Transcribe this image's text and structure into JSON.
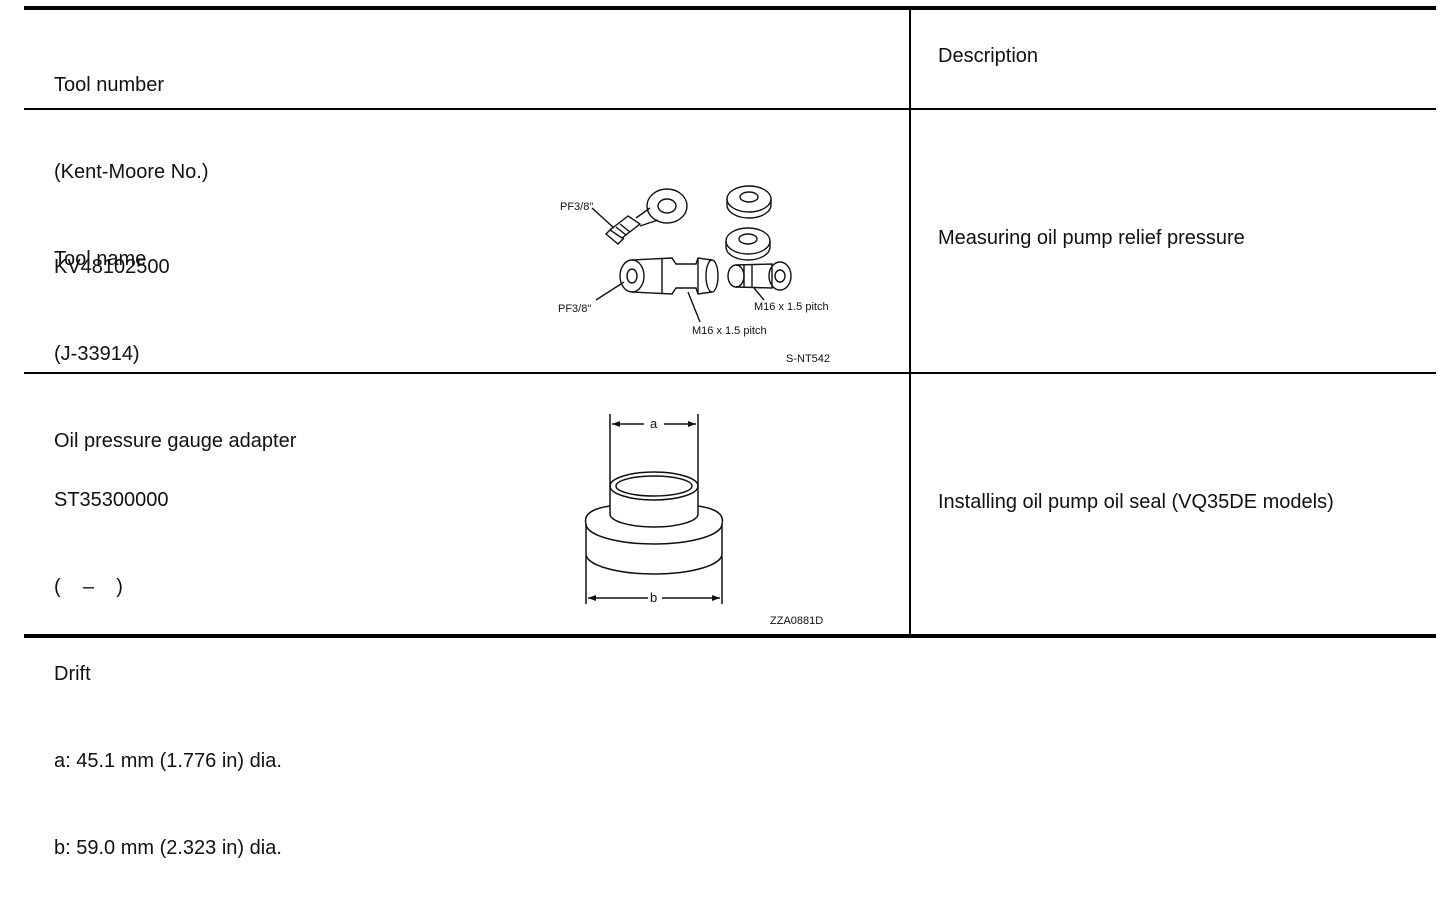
{
  "header": {
    "tool_col": [
      "Tool number",
      "(Kent-Moore No.)",
      "Tool name"
    ],
    "description_col": "Description"
  },
  "rows": [
    {
      "tool_number": "KV48102500",
      "kent_moore": "(J-33914)",
      "tool_name": "Oil pressure gauge adapter",
      "specs": [],
      "description": "Measuring oil pump relief pressure",
      "figure": {
        "id": "S-NT542",
        "labels": [
          "PF3/8\"",
          "PF3/8\"",
          "M16 x 1.5 pitch",
          "M16 x 1.5 pitch"
        ]
      }
    },
    {
      "tool_number": "ST35300000",
      "kent_moore": "(    –    )",
      "tool_name": "Drift",
      "specs": [
        "a: 45.1 mm (1.776 in) dia.",
        "b: 59.0 mm (2.323 in) dia."
      ],
      "description": "Installing oil pump oil seal (VQ35DE models)",
      "figure": {
        "id": "ZZA0881D",
        "labels": [
          "a",
          "b"
        ]
      }
    }
  ]
}
